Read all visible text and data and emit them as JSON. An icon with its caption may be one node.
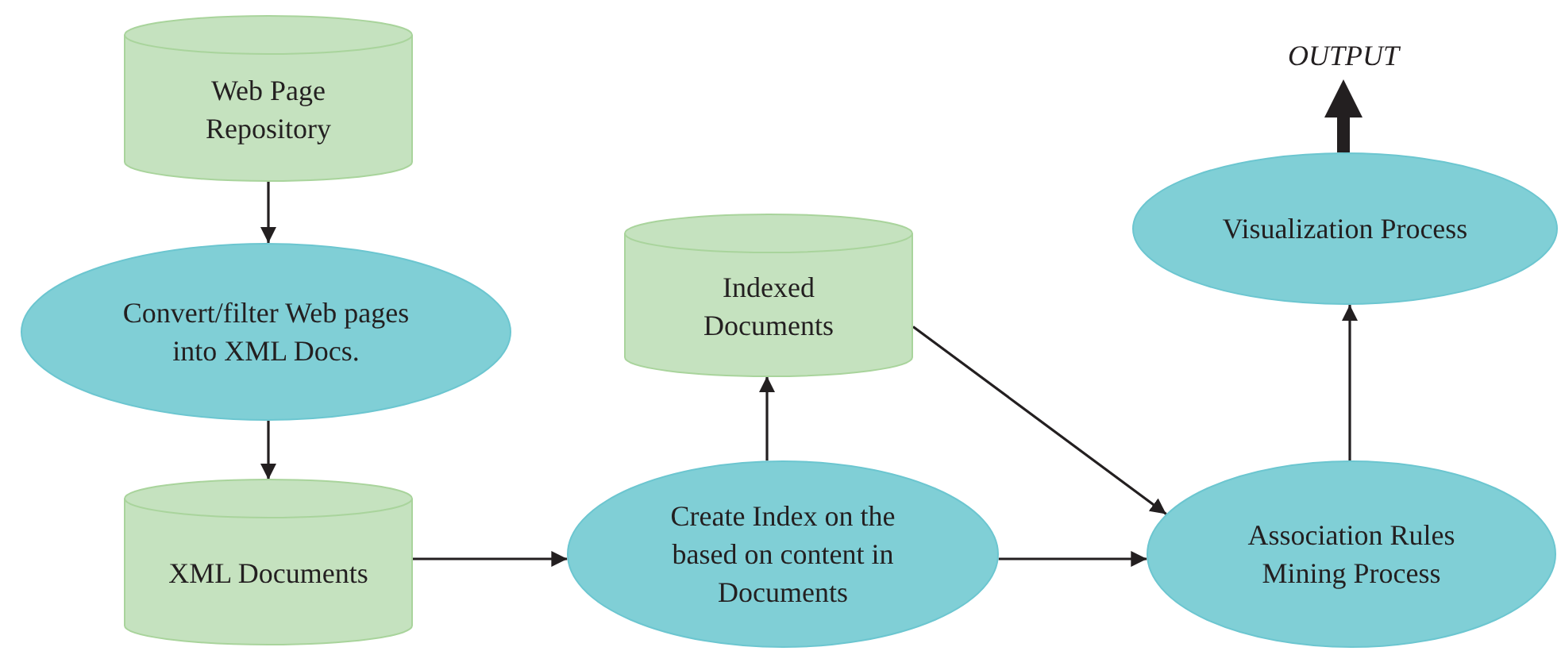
{
  "diagram": {
    "nodes": [
      {
        "text": [
          "Web Page Repository"
        ]
      },
      {
        "text": [
          "Convert/filter Web pages into XML Docs."
        ]
      },
      {
        "text": [
          "XML Documents"
        ]
      },
      {
        "text": [
          "Create Index on the based on content in Documents"
        ]
      },
      {
        "text": [
          "Indexed Documents"
        ]
      },
      {
        "text": [
          "Association Rules Mining Process"
        ]
      },
      {
        "text": [
          "Visualization Process"
        ]
      },
      {
        "text": [
          "OUTPUT"
        ]
      }
    ],
    "edges": [
      {
        "from": 0,
        "to": 1,
        "arrow": "to"
      },
      {
        "from": 1,
        "to": 2,
        "arrow": "to"
      },
      {
        "from": 2,
        "to": 3,
        "arrow": "to"
      },
      {
        "from": 3,
        "to": 4,
        "arrow": "to"
      },
      {
        "from": 4,
        "to": 5,
        "arrow": "to"
      },
      {
        "from": 3,
        "to": 5,
        "arrow": "to"
      },
      {
        "from": 5,
        "to": 6,
        "arrow": "to"
      },
      {
        "from": 6,
        "to": 7,
        "arrow": "to",
        "style": "thick"
      }
    ]
  }
}
